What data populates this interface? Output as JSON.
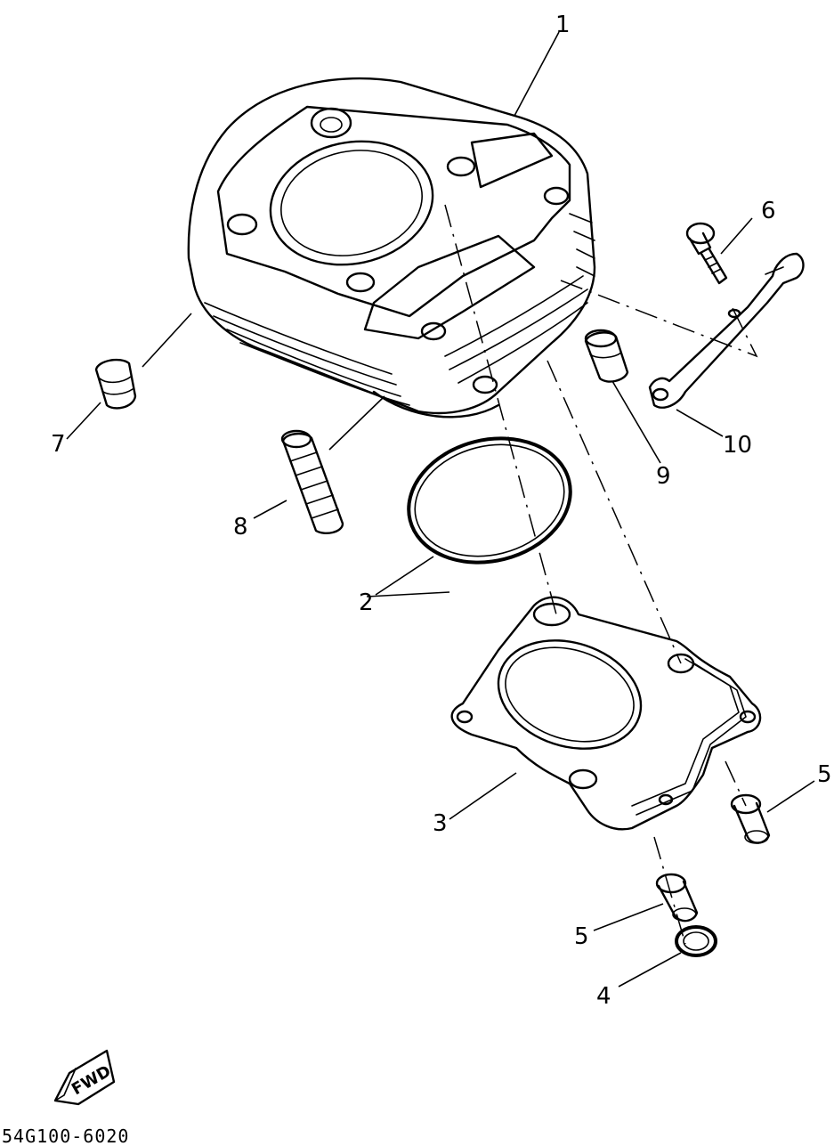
{
  "diagram": {
    "callouts": {
      "c1": "1",
      "c2": "2",
      "c3": "3",
      "c4": "4",
      "c5a": "5",
      "c5b": "5",
      "c6": "6",
      "c7": "7",
      "c8": "8",
      "c9": "9",
      "c10": "10"
    },
    "fwd_label": "FWD",
    "diagram_code": "54G100-6020"
  }
}
